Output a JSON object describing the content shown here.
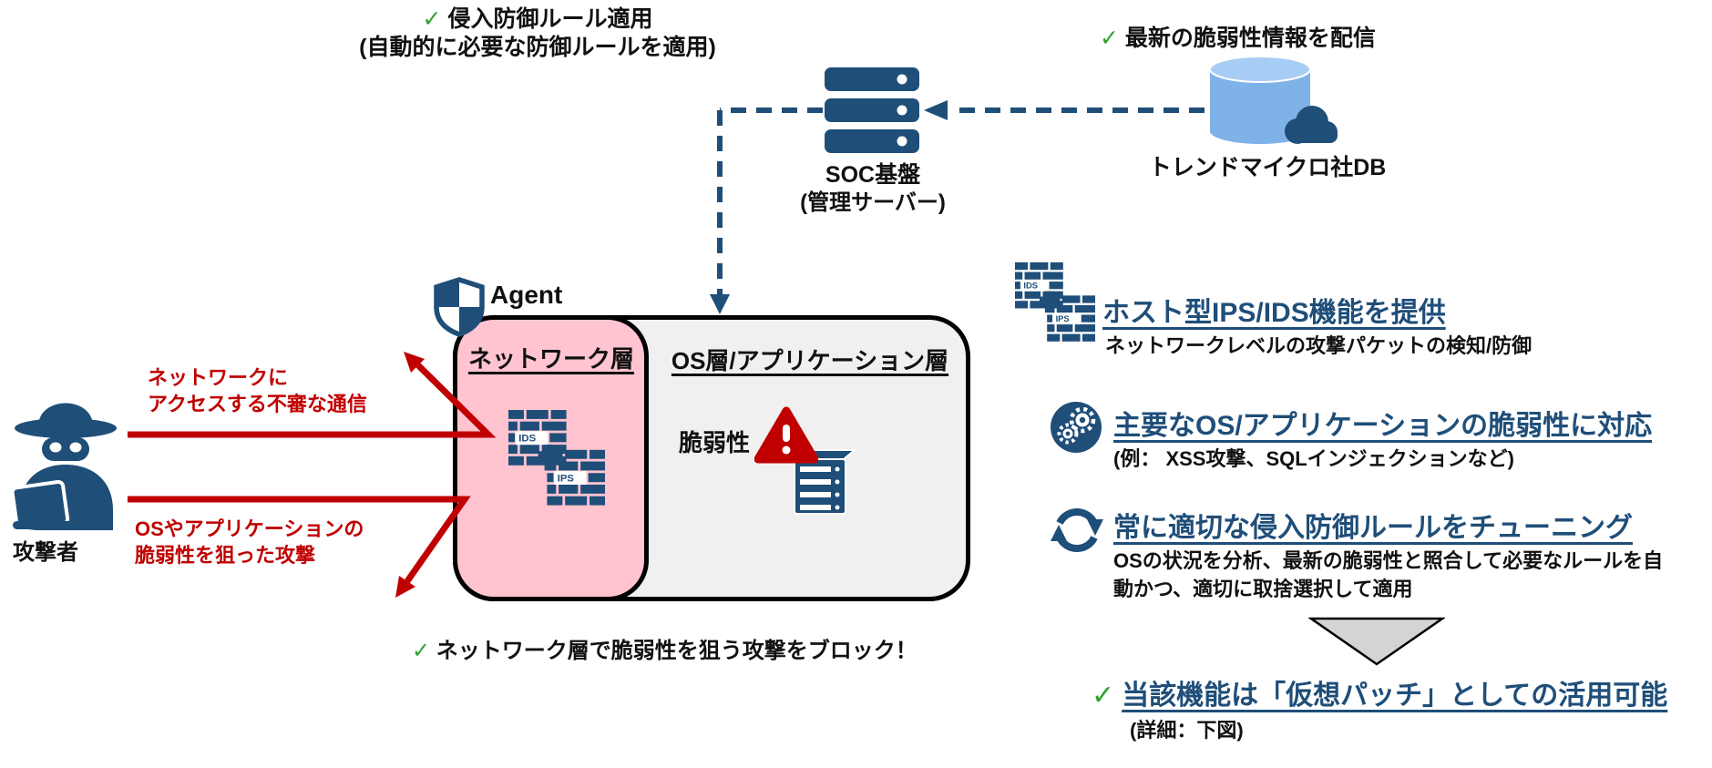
{
  "common": {
    "check": "✓",
    "ids": "IDS",
    "ips": "IPS"
  },
  "colors": {
    "navy": "#1F4E79",
    "red": "#C00000",
    "green": "#2CA32C",
    "pink": "#FFC4D0",
    "box_gray": "#F0F0F0"
  },
  "top_left_note": {
    "line1": "侵入防御ルール適用",
    "line2": "(自動的に必要な防御ルールを適用)"
  },
  "soc": {
    "name": "SOC基盤",
    "sub": "(管理サーバー)"
  },
  "db": {
    "note": "最新の脆弱性情報を配信",
    "name": "トレンドマイクロ社DB"
  },
  "agent": {
    "label": "Agent"
  },
  "layers": {
    "network": "ネットワーク層",
    "os_app": "OS層/アプリケーション層",
    "vulnerability": "脆弱性"
  },
  "attacker": {
    "label": "攻撃者",
    "attack1": "ネットワークに\nアクセスする不審な通信",
    "attack2": "OSやアプリケーションの\n脆弱性を狙った攻撃"
  },
  "bottom_note": "ネットワーク層で脆弱性を狙う攻撃をブロック！",
  "features": [
    {
      "title": "ホスト型IPS/IDS機能を提供",
      "desc": "ネットワークレベルの攻撃パケットの検知/防御"
    },
    {
      "title": "主要なOS/アプリケーションの脆弱性に対応",
      "desc": "(例： XSS攻撃、SQLインジェクションなど)"
    },
    {
      "title": "常に適切な侵入防御ルールをチューニング",
      "desc": "OSの状況を分析、最新の脆弱性と照合して必要なルールを自\n動かつ、適切に取捨選択して適用"
    }
  ],
  "conclusion": {
    "title": "当該機能は「仮想パッチ」としての活用可能",
    "desc": "(詳細：下図)"
  }
}
